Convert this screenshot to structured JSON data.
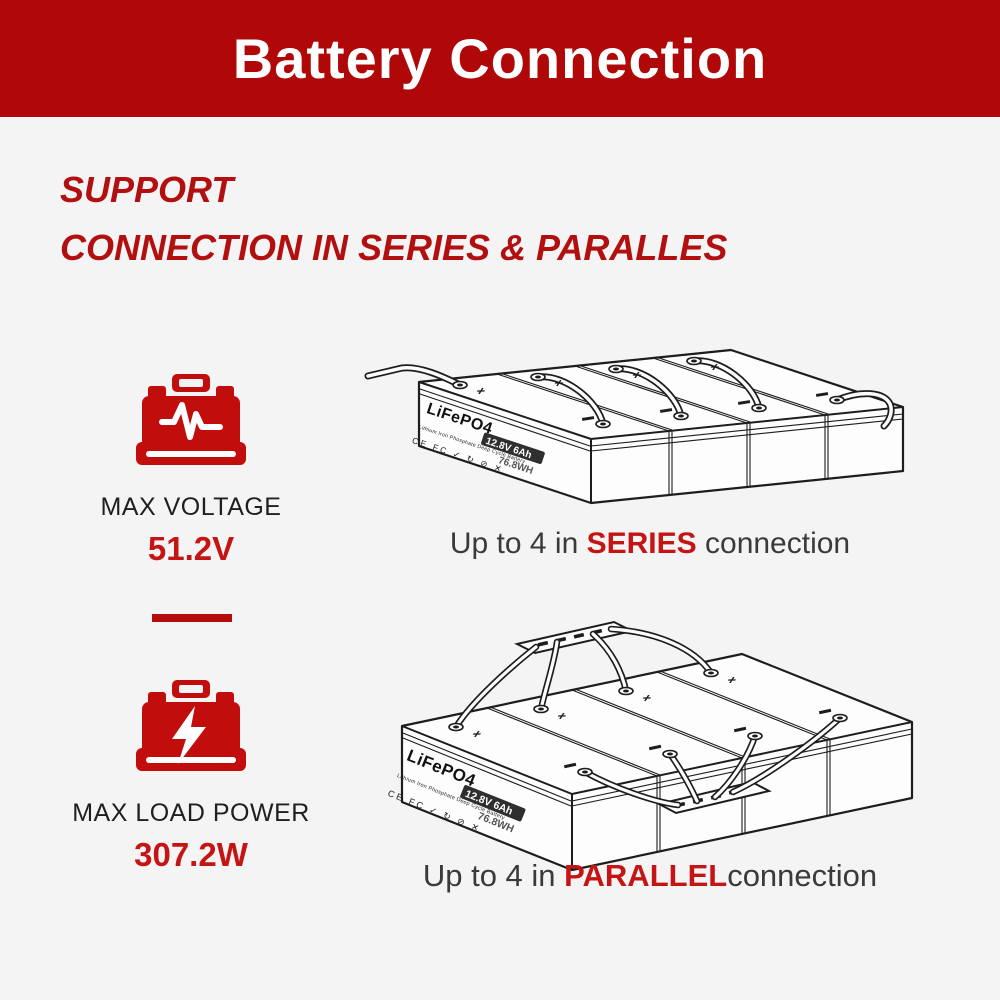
{
  "banner": {
    "title": "Battery Connection",
    "bg": "#b00708",
    "text_color": "#ffffff"
  },
  "support": {
    "line1": "SUPPORT",
    "line2": "CONNECTION IN SERIES & PARALLES",
    "color": "#b21010"
  },
  "specs": [
    {
      "icon": "battery-pulse-icon",
      "label": "MAX VOLTAGE",
      "value": "51.2V"
    },
    {
      "icon": "battery-bolt-icon",
      "label": "MAX LOAD POWER",
      "value": "307.2W"
    }
  ],
  "battery_label": {
    "brand": "LiFePO4",
    "badge": "12.8V 6Ah",
    "energy": "76.8WH",
    "subtitle": "Lithium Iron Phosphate Deep Cycle Battery",
    "certs": "CE FC ✓ ↻ ⊘ ✕"
  },
  "diagrams": {
    "series": {
      "prefix": "Up to 4 in ",
      "highlight": "SERIES",
      "suffix": " connection"
    },
    "parallel": {
      "prefix": "Up to 4 in ",
      "highlight": "PARALLEL",
      "suffix": "connection"
    }
  },
  "colors": {
    "accent_red": "#c41414",
    "banner_red": "#b00708",
    "line_art": "#1d1d1d",
    "background": "#f4f4f4"
  }
}
